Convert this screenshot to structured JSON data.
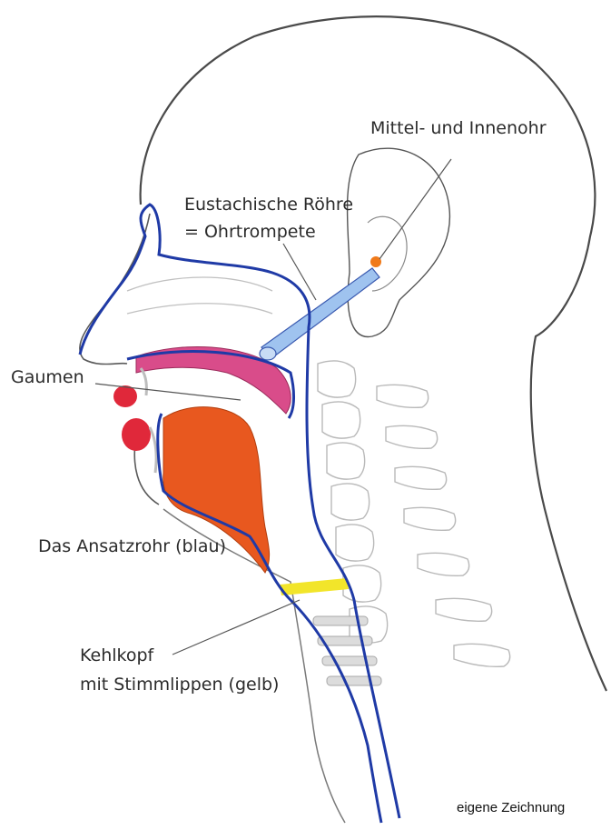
{
  "labels": {
    "mittel_innenohr": "Mittel- und Innenohr",
    "eustachische_line1": "Eustachische Röhre",
    "eustachische_line2": "= Ohrtrompete",
    "gaumen": "Gaumen",
    "ansatzrohr": "Das Ansatzrohr (blau)",
    "kehlkopf_line1": "Kehlkopf",
    "kehlkopf_line2": "mit Stimmlippen (gelb)",
    "credit": "eigene Zeichnung"
  },
  "colors": {
    "vocal_tract": "#1f3aa6",
    "eustachian_tube": "#9fc3ef",
    "palate": "#d94c8a",
    "tongue": "#e8581f",
    "lips": "#e0283a",
    "vocal_folds": "#f2e52a",
    "inner_ear": "#f07a1a",
    "outline": "#4a4a4a",
    "bone": "#b9b9b9"
  }
}
